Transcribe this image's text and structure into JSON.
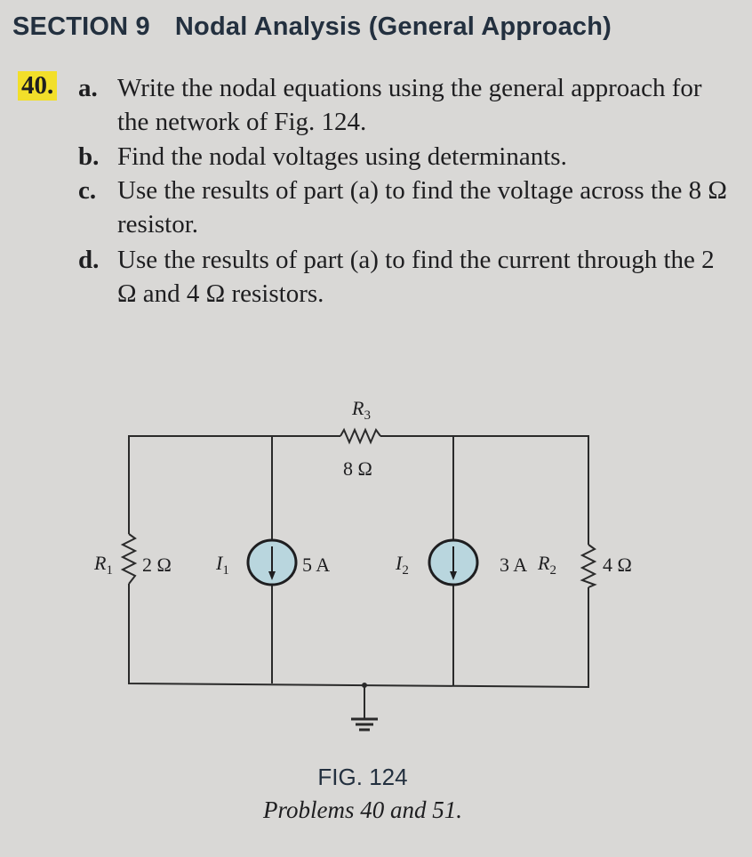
{
  "header": {
    "section": "SECTION 9",
    "title": "Nodal Analysis (General Approach)"
  },
  "problem": {
    "number": "40.",
    "parts": [
      {
        "label": "a.",
        "text": "Write the nodal equations using the general approach for the network of Fig. 124."
      },
      {
        "label": "b.",
        "text": "Find the nodal voltages using determinants."
      },
      {
        "label": "c.",
        "text": "Use the results of part (a) to find the voltage across the 8 Ω resistor."
      },
      {
        "label": "d.",
        "text": "Use the results of part (a) to find the current through the 2 Ω and 4 Ω resistors."
      }
    ]
  },
  "figure": {
    "r1": {
      "name": "R",
      "sub": "1",
      "value": "2 Ω"
    },
    "r2": {
      "name": "R",
      "sub": "2",
      "value": "4 Ω"
    },
    "r3": {
      "name": "R",
      "sub": "3",
      "value": "8 Ω"
    },
    "i1": {
      "name": "I",
      "sub": "1",
      "value": "5 A"
    },
    "i2": {
      "name": "I",
      "sub": "2",
      "value": "3 A"
    },
    "caption": "FIG. 124",
    "subcaption": "Problems 40 and 51.",
    "source_fill": "#b9d6de"
  }
}
